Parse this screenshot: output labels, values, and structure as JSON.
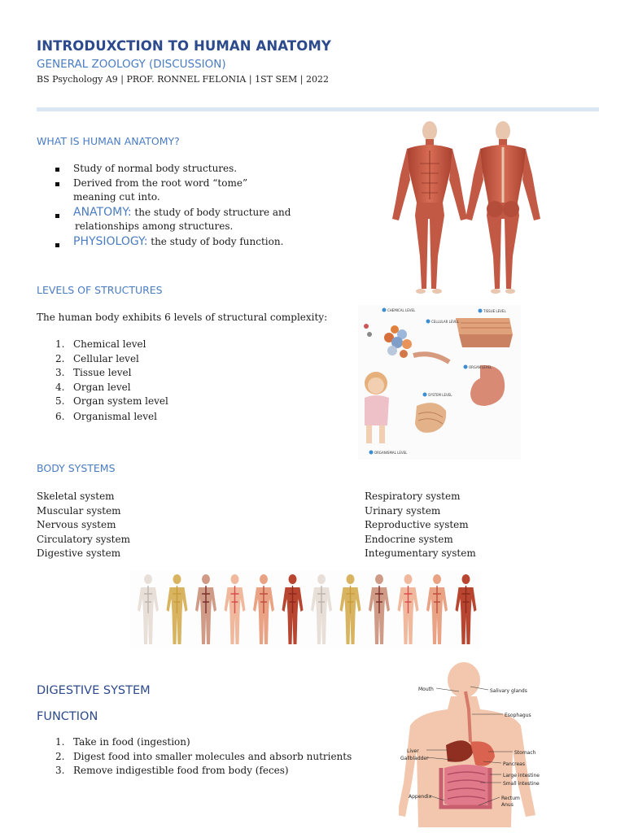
{
  "header": {
    "title": "INTRODUXCTION TO HUMAN ANATOMY",
    "subtitle": "GENERAL ZOOLOGY (DISCUSSION)",
    "meta": "BS Psychology A9 | PROF. RONNEL FELONIA | 1ST SEM | 2022"
  },
  "anatomy": {
    "heading": "WHAT IS HUMAN ANATOMY?",
    "bullets": [
      {
        "text": "Study of normal body structures."
      },
      {
        "text": "Derived from the root word “tome”",
        "cont": "meaning cut into."
      },
      {
        "term": "ANATOMY:",
        "text": " the study of body structure and",
        "cont": "relationships among structures."
      },
      {
        "term": "PHYSIOLOGY:",
        "text": " the study of body function."
      }
    ]
  },
  "levels": {
    "heading": "LEVELS OF STRUCTURES",
    "intro": "The human body exhibits 6 levels of structural complexity:",
    "items": [
      "Chemical level",
      "Cellular level",
      "Tissue level",
      "Organ level",
      "Organ system level",
      "Organismal level"
    ],
    "figure_labels": {
      "chemical": "CHEMICAL LEVEL",
      "cellular": "CELLULAR LEVEL",
      "tissue": "TISSUE LEVEL",
      "organ": "ORGAN LEVEL",
      "system": "SYSTEM LEVEL",
      "organismal": "ORGANISMAL LEVEL"
    }
  },
  "body_systems": {
    "heading": "BODY SYSTEMS",
    "left": [
      "Skeletal system",
      "Muscular system",
      "Nervous system",
      "Circulatory system",
      "Digestive system"
    ],
    "right": [
      "Respiratory system",
      "Urinary system",
      "Reproductive system",
      "Endocrine system",
      "Integumentary system"
    ]
  },
  "digestive": {
    "heading": "DIGESTIVE SYSTEM",
    "subheading": "FUNCTION",
    "items": [
      "Take in food (ingestion)",
      "Digest food into smaller molecules and absorb nutrients",
      "Remove indigestible food from body (feces)"
    ],
    "figure_labels": {
      "mouth": "Mouth",
      "salivary": "Salivary glands",
      "esophagus": "Esophagus",
      "liver": "Liver",
      "gallbladder": "Gallbladder",
      "stomach": "Stomach",
      "pancreas": "Pancreas",
      "large_intestine": "Large intestine",
      "small_intestine": "Small intestine",
      "appendix": "Appendix",
      "rectum": "Rectum",
      "anus": "Anus"
    }
  },
  "colors": {
    "title": "#2d4a8c",
    "accent": "#4a7cc2",
    "rule": "#dbe7f5",
    "muscle": "#c4533f",
    "skin": "#f0c3a5"
  }
}
